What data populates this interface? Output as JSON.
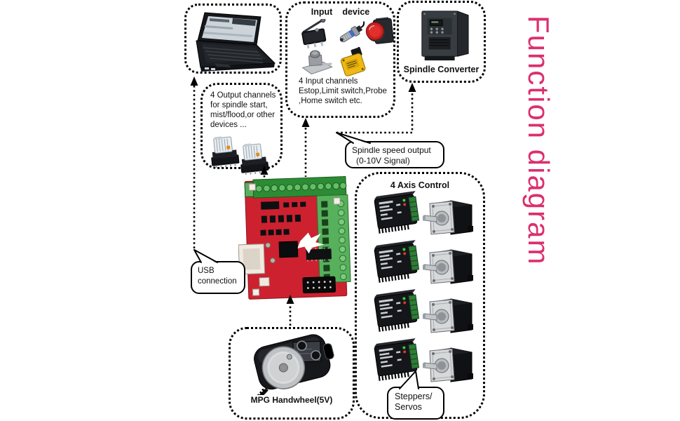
{
  "title": {
    "text": "Function diagram",
    "color": "#dc2f6e"
  },
  "input_box": {
    "title_left": "Input",
    "title_right": "device",
    "lines": [
      "4 Input channels",
      "Estop,Limit switch,Probe",
      ",Home switch etc."
    ]
  },
  "converter_box": {
    "label": "Spindle Converter"
  },
  "output_box": {
    "lines": [
      "4 Output channels",
      "for spindle start,",
      "mist/flood,or other",
      "devices ..."
    ]
  },
  "axis_box": {
    "title": "4 Axis Control",
    "row_count": 4
  },
  "mpg_box": {
    "label": "MPG Handwheel(5V)"
  },
  "callouts": {
    "spindle_speed": {
      "lines": [
        "Spindle speed output",
        "(0-10V Signal)"
      ]
    },
    "usb": {
      "lines": [
        "USB",
        "connection"
      ]
    },
    "steppers": {
      "lines": [
        "Steppers/",
        "Servos"
      ]
    }
  },
  "colors": {
    "accent_pink": "#dc2f6e",
    "pcb_red": "#cd2130",
    "terminal_green": "#57b05b",
    "connector_black": "#111111"
  },
  "icons": {
    "laptop": "laptop-icon",
    "microswitch": "microswitch-icon",
    "proximity": "proximity-sensor-icon",
    "estop": "estop-button-icon",
    "rotary": "rotary-switch-icon",
    "limit_sensor": "limit-sensor-icon",
    "vfd": "spindle-converter-icon",
    "relay": "relay-icon",
    "board": "controller-board-icon",
    "driver": "stepper-driver-icon",
    "motor": "stepper-motor-icon",
    "handwheel": "mpg-handwheel-icon"
  }
}
